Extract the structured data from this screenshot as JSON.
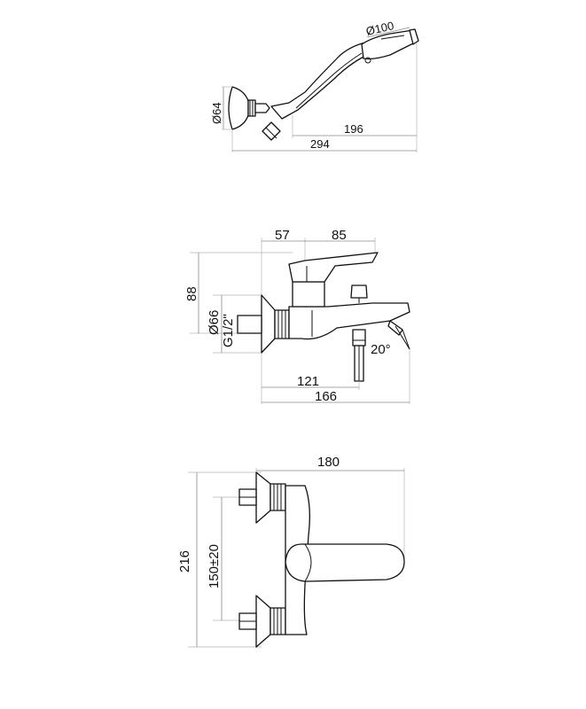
{
  "colors": {
    "line": "#111111",
    "dimension": "#8a8a8a",
    "background": "#ffffff"
  },
  "hand_shower": {
    "head_diameter": "Ø100",
    "holder_diameter": "Ø64",
    "length_short": "196",
    "length_total": "294"
  },
  "side_view": {
    "top_left": "57",
    "top_right": "85",
    "height": "88",
    "connection_diameter": "Ø66",
    "thread": "G1/2\"",
    "angle": "20°",
    "depth_outlet": "121",
    "depth_total": "166"
  },
  "top_view": {
    "width": "180",
    "height": "216",
    "centers": "150±20"
  }
}
